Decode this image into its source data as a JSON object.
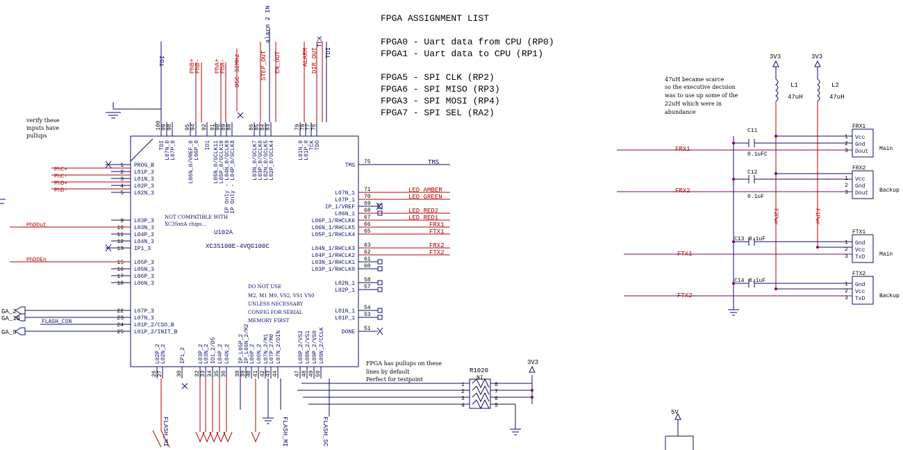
{
  "assignment": {
    "title": "FPGA ASSIGNMENT LIST",
    "lines": [
      "FPGA0 - Uart data from CPU (RP0)",
      "FPGA1 - Uart data to CPU (RP1)",
      "FPGA5 - SPI CLK (RP2)",
      "FPGA6 - SPI MISO (RP3)",
      "FPGA3 - SPI MOSI (RP4)",
      "FPGA7 - SPI SEL (RA2)"
    ]
  },
  "notes": {
    "verify": [
      "verify these",
      "inputs have",
      "pullups"
    ],
    "not_compatible": [
      "NOT COMPATIBLE WITH",
      "XC3SxxA chips..."
    ],
    "do_not_use": [
      "DO NOT USE",
      "M2, M1 M0, VS2, VS1 VS0",
      "UNLESS NECESSARY",
      "CONFIG FOR SERIAL",
      "MEMORY FIRST"
    ],
    "pullups": [
      "FPGA has pullups on these",
      "lines by default",
      "Perfect for testpoint"
    ],
    "inductor": [
      "47uH became scarce",
      "so the executive decision",
      "was to use up some of the",
      "22uH which were in",
      "abundance"
    ]
  },
  "chip": {
    "ref": "U102A",
    "part": "XC3S100E-4VQG100C",
    "left_pins": [
      {
        "num": "1",
        "name": "PROG_B"
      },
      {
        "num": "2",
        "name": "L01P_3"
      },
      {
        "num": "3",
        "name": "L01N_3"
      },
      {
        "num": "4",
        "name": "L02P_3"
      },
      {
        "num": "5",
        "name": "L02N_3"
      },
      {
        "num": "9",
        "name": "L03P_3"
      },
      {
        "num": "10",
        "name": "L03N_3"
      },
      {
        "num": "11",
        "name": "L04P_3"
      },
      {
        "num": "12",
        "name": "L04N_3"
      },
      {
        "num": "13",
        "name": "IP1_3"
      },
      {
        "num": "15",
        "name": "L05P_3"
      },
      {
        "num": "16",
        "name": "L05N_3"
      },
      {
        "num": "17",
        "name": "L06P_3"
      },
      {
        "num": "18",
        "name": "L06N_3"
      },
      {
        "num": "22",
        "name": "L07P_3"
      },
      {
        "num": "23",
        "name": "L07N_3"
      },
      {
        "num": "24",
        "name": "L01P_2/CSO_B"
      },
      {
        "num": "25",
        "name": "L01P_2/INIT_B"
      }
    ],
    "right_pins": [
      {
        "num": "75",
        "name": "TMS"
      },
      {
        "num": "71",
        "name": "L07N_1"
      },
      {
        "num": "70",
        "name": "L07P_1"
      },
      {
        "num": "69",
        "name": "IP_1/VREF"
      },
      {
        "num": "68",
        "name": "L06N_1"
      },
      {
        "num": "67",
        "name": "L06P_1/RHCLK6"
      },
      {
        "num": "66",
        "name": "L06N_1/RHCLK5"
      },
      {
        "num": "65",
        "name": "L05P_1/RHCLK4"
      },
      {
        "num": "63",
        "name": "L04N_1/RHCLK3"
      },
      {
        "num": "62",
        "name": "L04P_1/RHCLK2"
      },
      {
        "num": "61",
        "name": "L03N_1/RHCLK1"
      },
      {
        "num": "60",
        "name": "L03P_1/RHCLK0"
      },
      {
        "num": "58",
        "name": "L02N_1"
      },
      {
        "num": "57",
        "name": "L02P_1"
      },
      {
        "num": "54",
        "name": "L01N_1"
      },
      {
        "num": "53",
        "name": "L01P_1"
      },
      {
        "num": "51",
        "name": "DONE"
      }
    ],
    "top_pins": [
      {
        "num": "100",
        "name": "TDI"
      },
      {
        "num": "99",
        "name": "L07N_0"
      },
      {
        "num": "98",
        "name": "L07P_0"
      },
      {
        "num": "95",
        "name": "L06N_0/VREF_0"
      },
      {
        "num": "94",
        "name": "L06P_0"
      },
      {
        "num": "92",
        "name": "IO1"
      },
      {
        "num": "91",
        "name": "L05N_0/GCLK11"
      },
      {
        "num": "90",
        "name": "L05P_0/GCLK10"
      },
      {
        "num": "89",
        "name": "IP Only - L04N_0/GCLK9"
      },
      {
        "num": "88",
        "name": "IP Only - L04P_0/GCLK8"
      },
      {
        "num": "86",
        "name": "L03N_0/GCLK7"
      },
      {
        "num": "85",
        "name": "L03P_0/GCLK6"
      },
      {
        "num": "84",
        "name": "L02N_0/GCLK5"
      },
      {
        "num": "83",
        "name": "L02P_0/GCLK4"
      },
      {
        "num": "79",
        "name": "L01N_0"
      },
      {
        "num": "78",
        "name": "L01P_0"
      },
      {
        "num": "77",
        "name": "TCK"
      },
      {
        "num": "76",
        "name": "TDO"
      }
    ],
    "bottom_pins": [
      {
        "num": "26",
        "name": "L02P_2"
      },
      {
        "num": "27",
        "name": "L02N_2"
      },
      {
        "num": "30",
        "name": "IP1_2"
      },
      {
        "num": "32",
        "name": "L03P_2"
      },
      {
        "num": "33",
        "name": "L03N_2"
      },
      {
        "num": "34",
        "name": "IO1_2/D5"
      },
      {
        "num": "35",
        "name": "L04P_2"
      },
      {
        "num": "36",
        "name": "L04N_2"
      },
      {
        "num": "38",
        "name": "IP_L05P_2"
      },
      {
        "num": "39",
        "name": "IP_L06N_2/M2"
      },
      {
        "num": "40",
        "name": "L06P_2"
      },
      {
        "num": "41",
        "name": "L06N_2"
      },
      {
        "num": "42",
        "name": "L07N_2/M1"
      },
      {
        "num": "43",
        "name": "L07P_2/M0"
      },
      {
        "num": "44",
        "name": "L07N_2/DIN"
      },
      {
        "num": "47",
        "name": "L08P_2/VS2"
      },
      {
        "num": "48",
        "name": "L08N_2/VS1"
      },
      {
        "num": "49",
        "name": "L09P_2/VS0"
      },
      {
        "num": "50",
        "name": "L09N_2/CCLK"
      }
    ]
  },
  "nets": {
    "top": [
      "TDI",
      "PhB+",
      "PhB-",
      "PhA+",
      "PhA-",
      "OSC 32Mhz",
      "STEP_OUT",
      "EN_OUT",
      "ALARM",
      "DIR_OUT",
      "TDI",
      "TCK",
      "alarm 2 IN"
    ],
    "left": [
      "PhC+",
      "PhC-",
      "PhD+",
      "PhD-",
      "PhDOut",
      "PhDOEn",
      "GA_2",
      "GA_10",
      "GA_9",
      "FLASH_CSN"
    ],
    "right": [
      "TMS",
      "LED_AMBER",
      "LED_GREEN",
      "LED_RED2",
      "LED_RED1",
      "FRX1",
      "FTX1",
      "FRX2",
      "FTX2"
    ],
    "bottom": [
      "FLASH_MI",
      "FLASH_MI",
      "FLASH_SC"
    ]
  },
  "resnet": {
    "ref": "R1020",
    "value": "NI",
    "pins_left": [
      "1",
      "2",
      "3",
      "4"
    ],
    "pins_right": [
      "8",
      "7",
      "6",
      "5"
    ],
    "supply": "3V3"
  },
  "power": {
    "supplies": [
      "3V3",
      "3V3",
      "5V"
    ],
    "inductors": [
      {
        "ref": "L1",
        "value": "47uH"
      },
      {
        "ref": "L2",
        "value": "47uH"
      }
    ],
    "rail_labels": [
      "F2Pwr",
      "F1Pwr"
    ],
    "caps": [
      {
        "ref": "C11",
        "value": "0.1uFC"
      },
      {
        "ref": "C12",
        "value": "0.1uF"
      },
      {
        "ref": "C13",
        "value": "0.1uF"
      },
      {
        "ref": "C14",
        "value": "0.1uF"
      }
    ]
  },
  "connectors": [
    {
      "ref": "FRX1",
      "net": "FRX1",
      "pins": [
        "Vcc",
        "Gnd",
        "Dout"
      ],
      "role": "Main"
    },
    {
      "ref": "FRX2",
      "net": "FRX2",
      "pins": [
        "Vcc",
        "Gnd",
        "Dout"
      ],
      "role": "Backup"
    },
    {
      "ref": "FTX1",
      "net": "FTX1",
      "pins": [
        "Gnd",
        "Vcc",
        "TxD"
      ],
      "role": "Main"
    },
    {
      "ref": "FTX2",
      "net": "FTX2",
      "pins": [
        "Gnd",
        "Vcc",
        "TxD"
      ],
      "role": "Backup"
    }
  ]
}
